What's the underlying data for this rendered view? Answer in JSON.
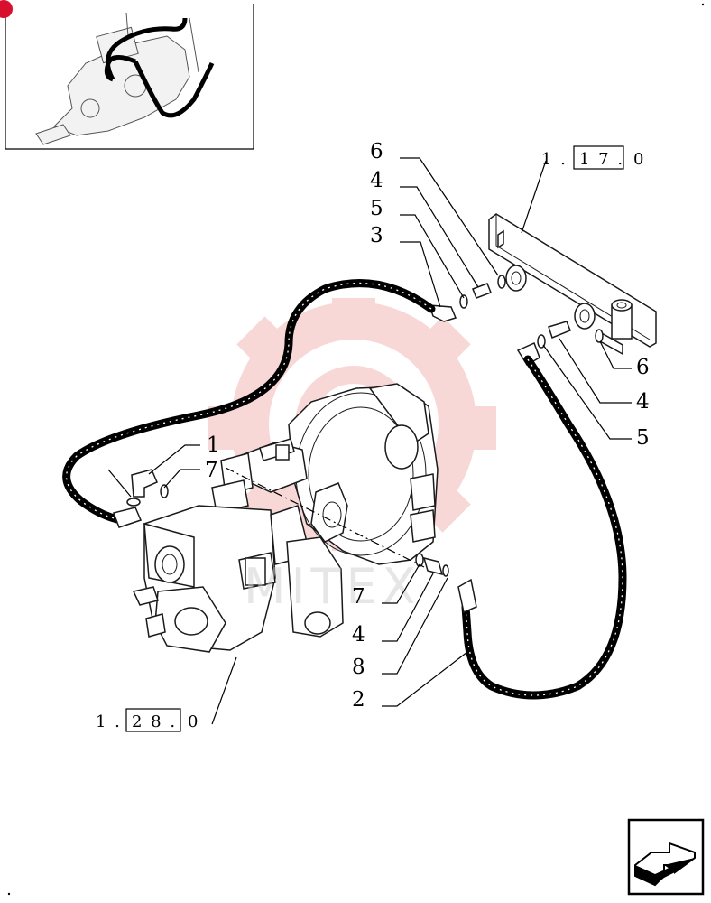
{
  "callouts": {
    "c1": "1",
    "c7a": "7",
    "c6a": "6",
    "c4a": "4",
    "c5a": "5",
    "c3": "3",
    "c6b": "6",
    "c4b": "4",
    "c5b": "5",
    "c7b": "7",
    "c4c": "4",
    "c8": "8",
    "c2": "2"
  },
  "references": {
    "ref_top": {
      "prefix": "1 .",
      "box": "1 7 .",
      "suffix": "0"
    },
    "ref_bottom": {
      "prefix": "1 .",
      "box": "2 8 .",
      "suffix": "0"
    }
  },
  "watermark": {
    "text": "MITEX"
  },
  "colors": {
    "ink": "#000000",
    "watermark": "#f3b8b8",
    "corner_dot": "#d8102e"
  },
  "icons": {
    "nav": "next-page-arrow-icon"
  }
}
